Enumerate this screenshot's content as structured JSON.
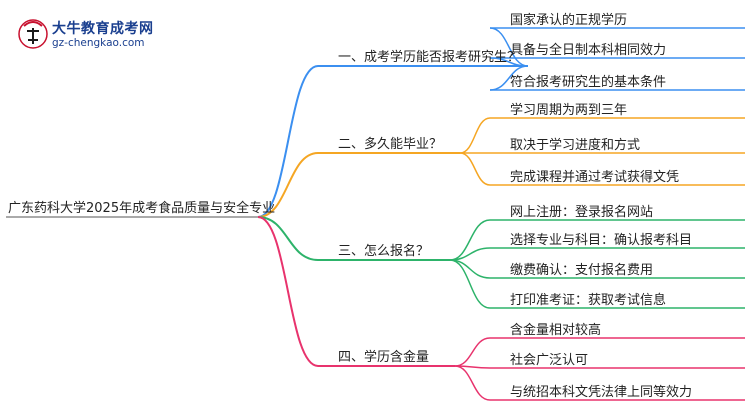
{
  "logo": {
    "name": "大牛教育成考网",
    "url": "gz-chengkao.com",
    "mark": "大牛"
  },
  "root": "广东药科大学2025年成考食品质量与安全专业",
  "branches": [
    {
      "label": "一、成考学历能否报考研究生？",
      "color": "#3b8ff0",
      "leaves": [
        "国家承认的正规学历",
        "具备与全日制本科相同效力",
        "符合报考研究生的基本条件"
      ]
    },
    {
      "label": "二、多久能毕业？",
      "color": "#f5a623",
      "leaves": [
        "学习周期为两到三年",
        "取决于学习进度和方式",
        "完成课程并通过考试获得文凭"
      ]
    },
    {
      "label": "三、怎么报名？",
      "color": "#2db36a",
      "leaves": [
        "网上注册：登录报名网站",
        "选择专业与科目：确认报考科目",
        "缴费确认：支付报名费用",
        "打印准考证：获取考试信息"
      ]
    },
    {
      "label": "四、学历含金量",
      "color": "#e8336d",
      "leaves": [
        "含金量相对较高",
        "社会广泛认可",
        "与统招本科文凭法律上同等效力"
      ]
    }
  ]
}
